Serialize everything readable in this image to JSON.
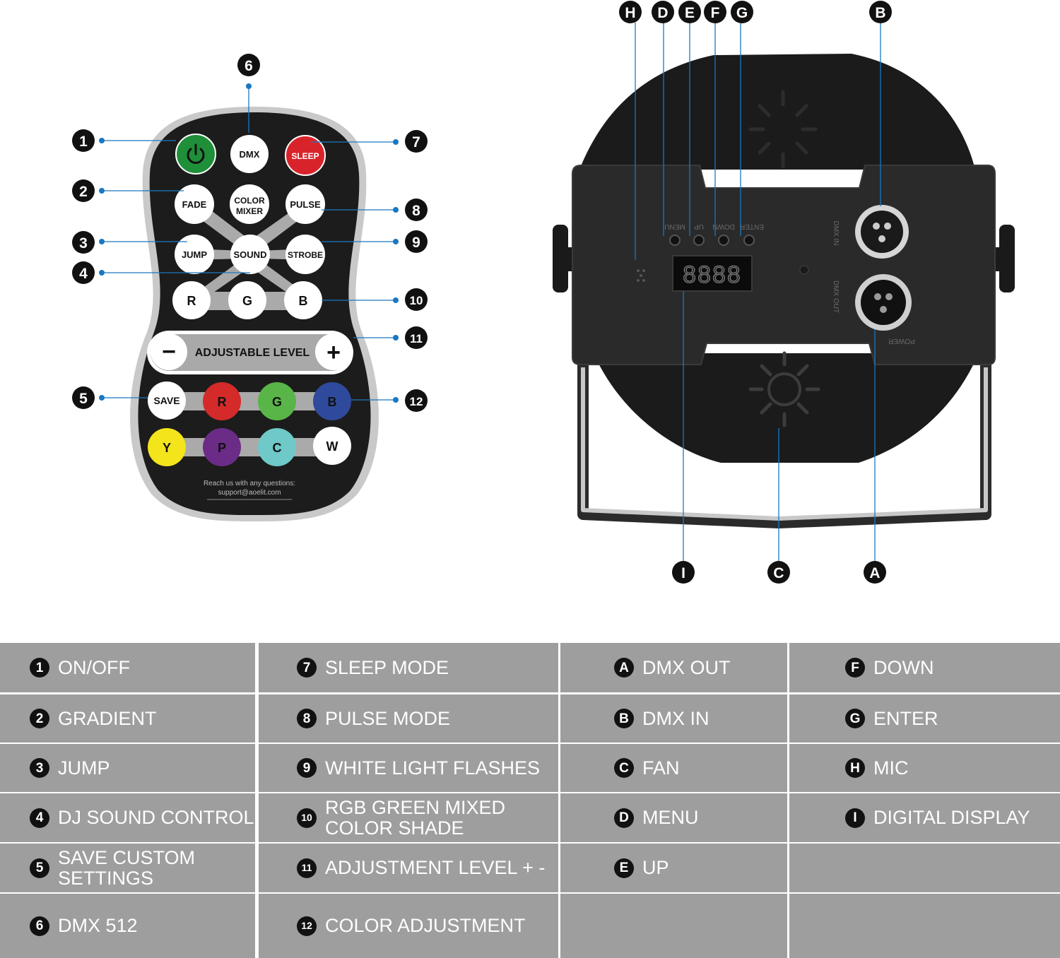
{
  "remote": {
    "callouts": [
      {
        "id": "1",
        "label": "1"
      },
      {
        "id": "2",
        "label": "2"
      },
      {
        "id": "3",
        "label": "3"
      },
      {
        "id": "4",
        "label": "4"
      },
      {
        "id": "5",
        "label": "5"
      },
      {
        "id": "6",
        "label": "6"
      },
      {
        "id": "7",
        "label": "7"
      },
      {
        "id": "8",
        "label": "8"
      },
      {
        "id": "9",
        "label": "9"
      },
      {
        "id": "10",
        "label": "10"
      },
      {
        "id": "11",
        "label": "11"
      },
      {
        "id": "12",
        "label": "12"
      }
    ],
    "buttons": {
      "power": "power-icon",
      "dmx": "DMX",
      "sleep": "SLEEP",
      "fade": "FADE",
      "color_mixer_line1": "COLOR",
      "color_mixer_line2": "MIXER",
      "pulse": "PULSE",
      "jump": "JUMP",
      "sound": "SOUND",
      "strobe": "STROBE",
      "r": "R",
      "g": "G",
      "b": "B",
      "minus": "−",
      "adjustable_level": "ADJUSTABLE LEVEL",
      "plus": "+",
      "save": "SAVE",
      "color_r": "R",
      "color_g": "G",
      "color_b": "B",
      "color_y": "Y",
      "color_p": "P",
      "color_c": "C",
      "color_w": "W"
    },
    "footer_line1": "Reach us with any questions:",
    "footer_line2": "support@aoelit.com",
    "colors": {
      "body": "#1c1c1c",
      "rim": "#c9c9c9",
      "green": "#1f8f3a",
      "red": "#d9232b",
      "rgb_red": "#d42a2a",
      "rgb_green": "#59b548",
      "rgb_blue": "#2f4a9c",
      "yellow": "#f4e41c",
      "purple": "#6b2c87",
      "cyan": "#6ec9c8",
      "leader": "#1a78c2"
    }
  },
  "device": {
    "callouts": [
      {
        "id": "H",
        "label": "H"
      },
      {
        "id": "D",
        "label": "D"
      },
      {
        "id": "E",
        "label": "E"
      },
      {
        "id": "F",
        "label": "F"
      },
      {
        "id": "G",
        "label": "G"
      },
      {
        "id": "B",
        "label": "B"
      },
      {
        "id": "I",
        "label": "I"
      },
      {
        "id": "C",
        "label": "C"
      },
      {
        "id": "A",
        "label": "A"
      }
    ],
    "display": "8888",
    "printed_labels": {
      "menu": "MENU",
      "up": "UP",
      "down": "DOWN",
      "enter": "ENTER",
      "dmx_in": "DMX IN",
      "dmx_out": "DMX OUT",
      "power": "POWER"
    }
  },
  "legend": {
    "columns": [
      [
        {
          "badge": "1",
          "text": "ON/OFF"
        },
        {
          "badge": "2",
          "text": "GRADIENT"
        },
        {
          "badge": "3",
          "text": "JUMP"
        },
        {
          "badge": "4",
          "text": "DJ SOUND CONTROL"
        },
        {
          "badge": "5",
          "text": "SAVE CUSTOM\nSETTINGS"
        },
        {
          "badge": "6",
          "text": "DMX 512"
        }
      ],
      [
        {
          "badge": "7",
          "text": "SLEEP MODE"
        },
        {
          "badge": "8",
          "text": "PULSE MODE"
        },
        {
          "badge": "9",
          "text": "WHITE LIGHT FLASHES"
        },
        {
          "badge": "10",
          "text": "RGB GREEN MIXED\nCOLOR SHADE"
        },
        {
          "badge": "11",
          "text": "ADJUSTMENT LEVEL + -"
        },
        {
          "badge": "12",
          "text": "COLOR ADJUSTMENT"
        }
      ],
      [
        {
          "badge": "A",
          "text": "DMX OUT"
        },
        {
          "badge": "B",
          "text": "DMX IN"
        },
        {
          "badge": "C",
          "text": "FAN"
        },
        {
          "badge": "D",
          "text": "MENU"
        },
        {
          "badge": "E",
          "text": "UP"
        },
        {
          "badge": "",
          "text": ""
        }
      ],
      [
        {
          "badge": "F",
          "text": "DOWN"
        },
        {
          "badge": "G",
          "text": "ENTER"
        },
        {
          "badge": "H",
          "text": "MIC"
        },
        {
          "badge": "I",
          "text": "DIGITAL DISPLAY"
        },
        {
          "badge": "",
          "text": ""
        },
        {
          "badge": "",
          "text": ""
        }
      ]
    ]
  }
}
